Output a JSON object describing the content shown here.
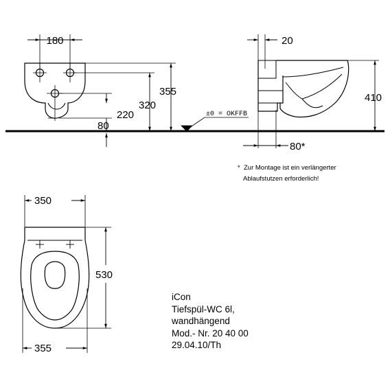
{
  "dimensions": {
    "front_width": "180",
    "front_h355": "355",
    "front_h320": "320",
    "front_h220": "220",
    "front_h80": "80",
    "floor_marker": "±0 = OKFFB",
    "side_offset": "20",
    "side_height": "410",
    "side_bottom": "80*",
    "plan_top_width": "350",
    "plan_depth": "530",
    "plan_bottom_width": "355"
  },
  "footnote": {
    "asterisk": "*",
    "line1": "Zur Montage ist ein verlängerter",
    "line2": "Ablaufstutzen erforderlich!"
  },
  "info": {
    "name": "iCon",
    "line2": "Tiefspül-WC 6l,",
    "line3": "wandhängend",
    "line4": "Mod.- Nr. 20 40 00",
    "line5": "29.04.10/Th"
  }
}
